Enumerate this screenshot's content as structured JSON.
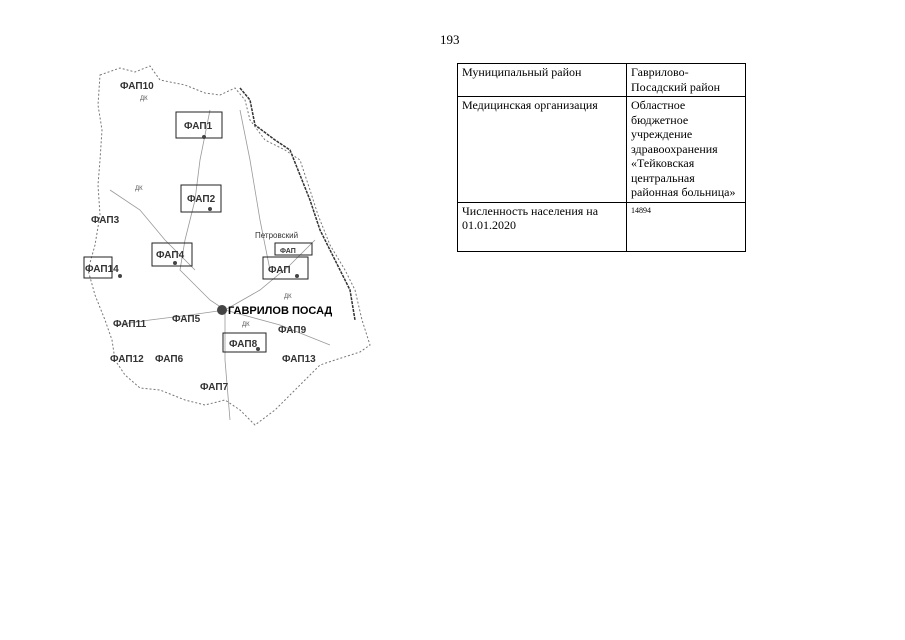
{
  "page_number": "193",
  "map": {
    "city": "ГАВРИЛОВ ПОСАД",
    "settlement_petrovsky": "Петровский",
    "fap_labels": [
      "ФАП1",
      "ФАП2",
      "ФАП3",
      "ФАП4",
      "ФАП5",
      "ФАП6",
      "ФАП7",
      "ФАП8",
      "ФАП9",
      "ФАП10",
      "ФАП11",
      "ФАП12",
      "ФАП13",
      "ФАП14",
      "ФАП",
      "ФАП"
    ],
    "dk": "ДК"
  },
  "table": {
    "rows": [
      {
        "label": "Муниципальный район",
        "value": "Гаврилово-Посадский район"
      },
      {
        "label": "Медицинская организация",
        "value": "Областное бюджетное учреждение здравоохранения «Тейковская центральная районная больница»"
      },
      {
        "label": "Численность населения на 01.01.2020",
        "value": "14894"
      }
    ]
  }
}
